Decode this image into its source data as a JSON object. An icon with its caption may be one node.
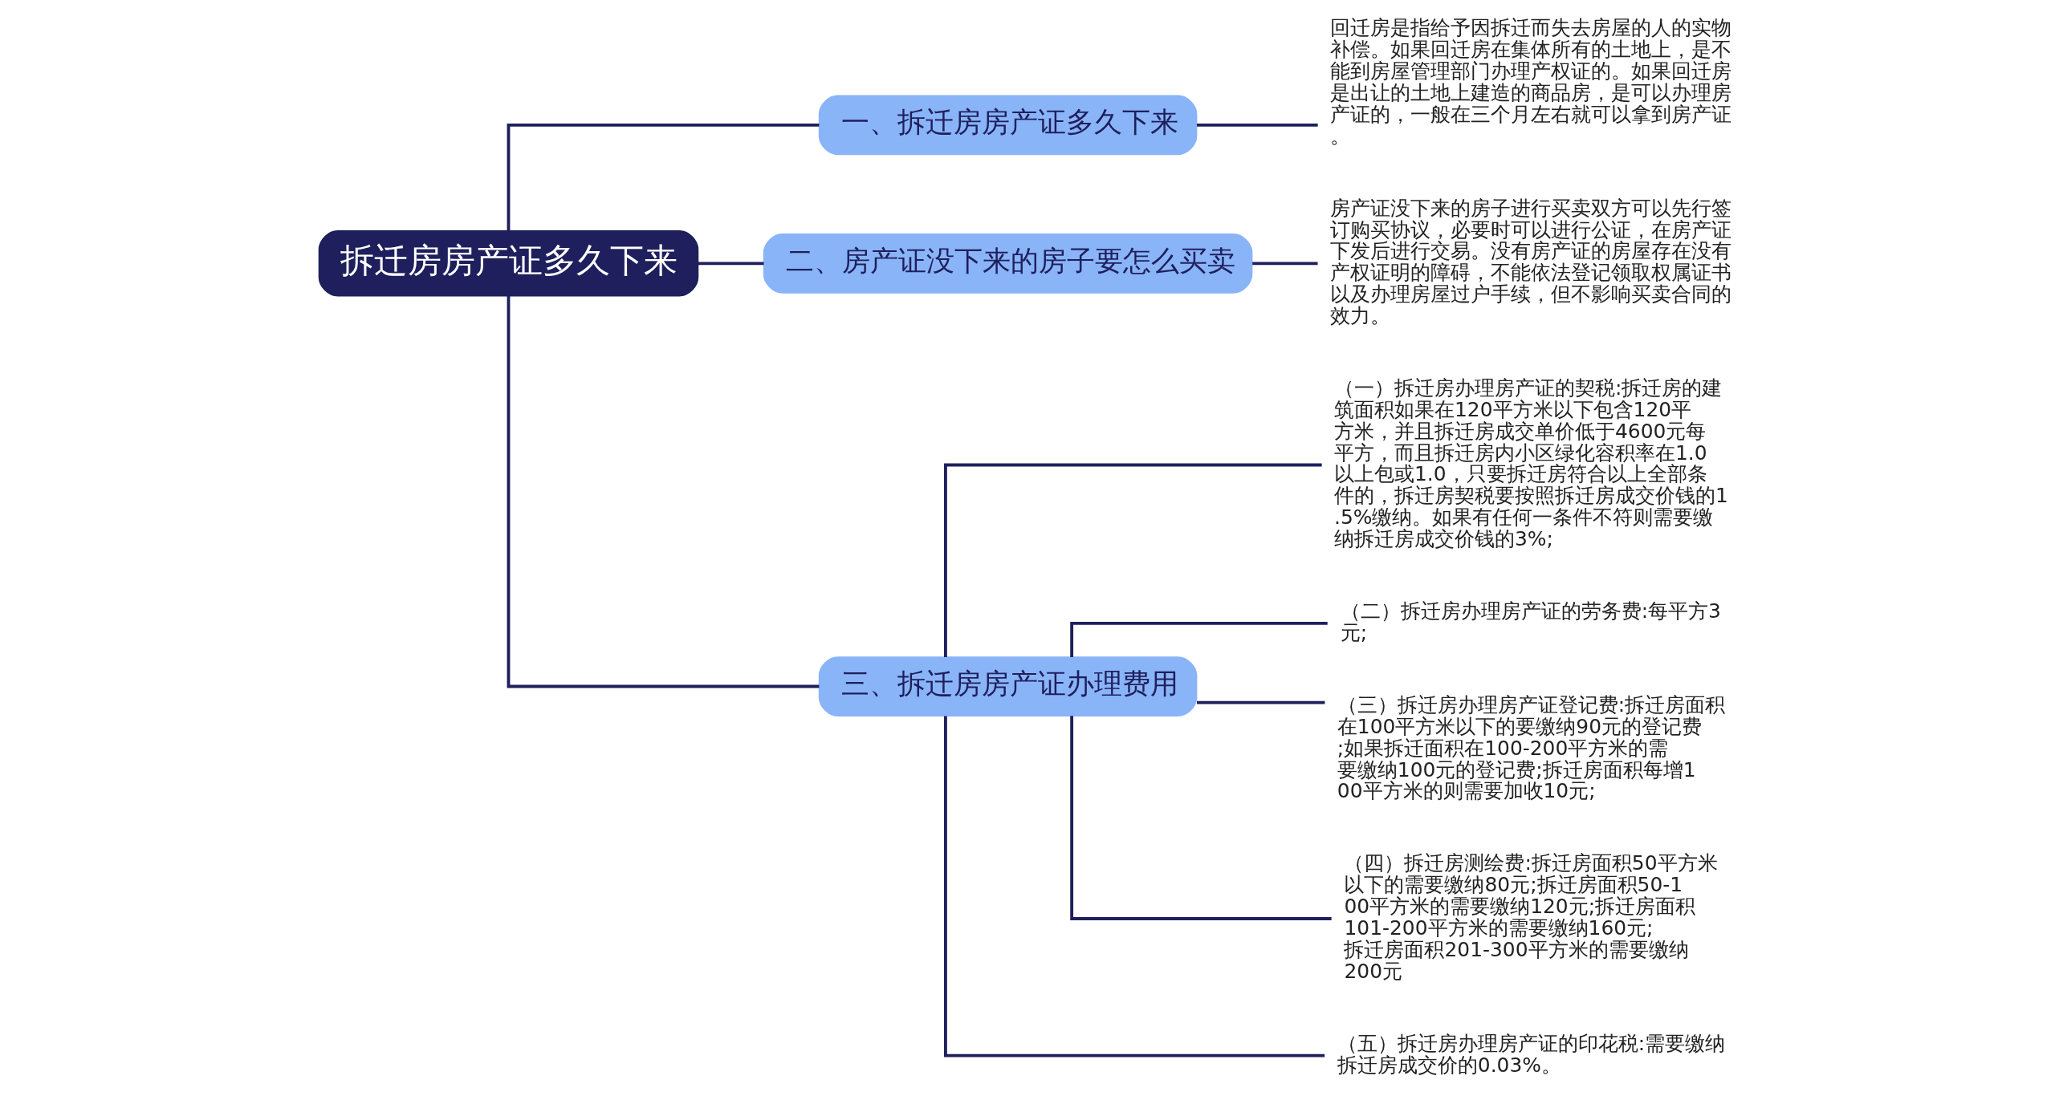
{
  "diagram": {
    "nodes": [
      {
        "text": [
          "拆迁房房产证多久下来"
        ]
      },
      {
        "text": [
          "一、拆迁房房产证多久下来"
        ]
      },
      {
        "text": [
          "回迁房是指给予因拆迁而失去房屋的人的实物补偿。如果回迁房在集体所有的土地上，是不能到房屋管理部门办理产权证的。如果回迁房是出让的土地上建造的商品房，是可以办理房产证的，一般在三个月左右就可以拿到房产证。"
        ]
      },
      {
        "text": [
          "二、房产证没下来的房子要怎么买卖"
        ]
      },
      {
        "text": [
          "房产证没下来的房子进行买卖双方可以先行签订购买协议，必要时可以进行公证，在房产证下发后进行交易。没有房产证的房屋存在没有产权证明的障碍，不能依法登记领取权属证书以及办理房屋过户手续，但不影响买卖合同的效力。"
        ]
      },
      {
        "text": [
          "三、拆迁房房产证办理费用"
        ]
      },
      {
        "text": [
          "（一）拆迁房办理房产证的契税:拆迁房的建筑面积如果在120平方米以下包含120平方米，并且拆迁房成交单价低于4600元每平方，而且拆迁房内小区绿化容积率在1.0以上包或1.0，只要拆迁房符合以上全部条件的，拆迁房契税要按照拆迁房成交价钱的1.5%缴纳。如果有任何一条件不符则需要缴纳拆迁房成交价钱的3%;"
        ]
      },
      {
        "text": [
          "（二）拆迁房办理房产证的劳务费:每平方3元;"
        ]
      },
      {
        "text": [
          "（三）拆迁房办理房产证登记费:拆迁房面积在100平方米以下的要缴纳90元的登记费;如果拆迁面积在100-200平方米的需要缴纳100元的登记费;拆迁房面积每增100平方米的则需要加收10元;"
        ]
      },
      {
        "text": [
          "（四）拆迁房测绘费:拆迁房面积50平方米以下的需要缴纳80元;拆迁房面积50-100平方米的需要缴纳120元;拆迁房面积101-200平方米的需要缴纳160元;拆迁房面积201-300平方米的需要缴纳200元"
        ]
      },
      {
        "text": [
          "（五）拆迁房办理房产证的印花税:需要缴纳拆迁房成交价的0.03%。"
        ]
      }
    ],
    "edges": [
      {
        "from": 0,
        "to": 1,
        "arrow": "none"
      },
      {
        "from": 1,
        "to": 2,
        "arrow": "none"
      },
      {
        "from": 0,
        "to": 3,
        "arrow": "none"
      },
      {
        "from": 3,
        "to": 4,
        "arrow": "none"
      },
      {
        "from": 0,
        "to": 5,
        "arrow": "none"
      },
      {
        "from": 5,
        "to": 6,
        "arrow": "none"
      },
      {
        "from": 5,
        "to": 7,
        "arrow": "none"
      },
      {
        "from": 5,
        "to": 8,
        "arrow": "none"
      },
      {
        "from": 5,
        "to": 9,
        "arrow": "none"
      },
      {
        "from": 5,
        "to": 10,
        "arrow": "none"
      }
    ]
  }
}
